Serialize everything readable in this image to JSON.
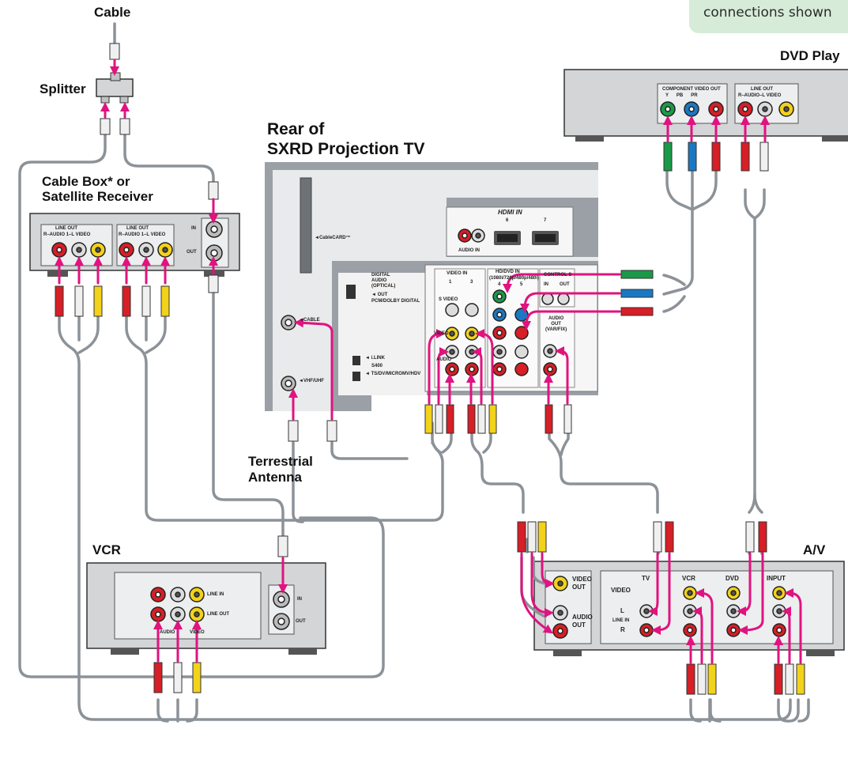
{
  "note": {
    "text": "connections shown"
  },
  "labels": {
    "cable": "Cable",
    "splitter": "Splitter",
    "cable_box_line1": "Cable Box* or",
    "cable_box_line2": "Satellite Receiver",
    "rear_line1": "Rear of",
    "rear_line2": "SXRD Projection TV",
    "dvd": "DVD Play",
    "terrestrial_line1": "Terrestrial",
    "terrestrial_line2": "Antenna",
    "vcr": "VCR",
    "av": "A/V"
  },
  "cable_box": {
    "line_out_1": "LINE OUT",
    "line_out_2": "LINE OUT",
    "sub_1": "R–AUDIO 1–L   VIDEO",
    "sub_2": "R–AUDIO 1–L   VIDEO",
    "in": "IN",
    "out": "OUT"
  },
  "tv": {
    "cablecard": "◄CableCARD™",
    "digital_audio": "DIGITAL\nAUDIO\n(OPTICAL)",
    "out": "◄ OUT",
    "pcm": "PCM/DOLBY DIGITAL",
    "cable": "◄CABLE",
    "vhfuhf": "◄VHF/UHF",
    "ilink": "◄ i.LINK",
    "s400": "S400",
    "tsdv": "◄ TS/DV/MICROMV/HDV",
    "hdmi": "HDMI IN",
    "hdmi_6": "6",
    "hdmi_7": "7",
    "audio_in": "AUDIO IN",
    "video_in": "VIDEO IN",
    "video_in_1": "1",
    "video_in_3": "3",
    "s_video": "S VIDEO",
    "video": "VIDEO",
    "audio": "AUDIO",
    "hddvd_in": "HD/DVD IN",
    "hddvd_sub": "(1080i/720p/480p/480i)",
    "hddvd_4": "4",
    "hddvd_5": "5",
    "control_s": "CONTROL S",
    "cs_in": "IN",
    "cs_out": "OUT",
    "audio_out": "AUDIO\nOUT\n(VAR/FIX)"
  },
  "dvd": {
    "component": "COMPONENT VIDEO OUT",
    "component_sub": "Y      PB      PR",
    "line_out": "LINE OUT",
    "line_out_sub": "R–AUDIO–L  VIDEO"
  },
  "vcr": {
    "line_in": "LINE IN",
    "line_out": "LINE OUT",
    "audio": "AUDIO",
    "video": "VIDEO",
    "in": "IN",
    "out": "OUT"
  },
  "av": {
    "video_out": "VIDEO\nOUT",
    "audio_out": "AUDIO\nOUT",
    "tv": "TV",
    "vcr": "VCR",
    "dvd": "DVD",
    "input": "INPUT",
    "video": "VIDEO",
    "l": "L",
    "line_in": "LINE IN",
    "r": "R"
  },
  "colors": {
    "wire": "#8c9298",
    "arrow": "#e0137f",
    "panel": "#d3d5d7",
    "panel_dark": "#b9bcbf",
    "tv_rear": "#9aa0a6",
    "jack_red": "#d61f26",
    "jack_white": "#dcdcdc",
    "jack_yellow": "#f2d21b",
    "jack_green": "#1a9a48",
    "jack_blue": "#1b78c2"
  }
}
